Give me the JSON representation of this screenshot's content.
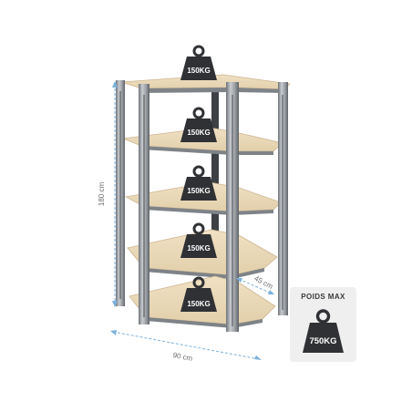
{
  "product": {
    "shelf_loads": [
      "150KG",
      "150KG",
      "150KG",
      "150KG",
      "150KG"
    ],
    "dimensions": {
      "height": "180 cm",
      "width": "90 cm",
      "depth": "45 cm"
    },
    "max_load": {
      "title": "POIDS MAX",
      "value": "750KG"
    }
  },
  "colors": {
    "board": "#e9d7b6",
    "board_edge": "#cdb592",
    "steel": "#9a9ea3",
    "steel_dark": "#5d6268",
    "weight": "#2f3134",
    "dimension_line": "#7ab1dc"
  }
}
